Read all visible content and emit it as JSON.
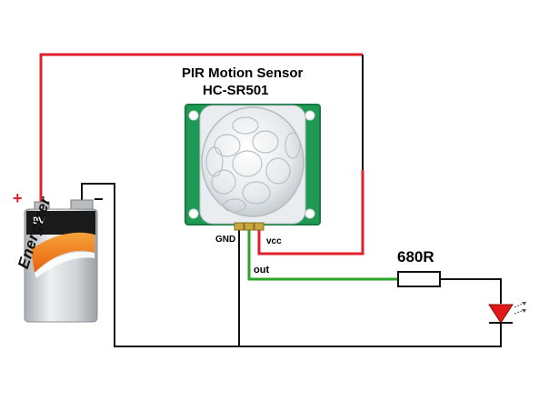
{
  "sensor": {
    "title_line1": "PIR Motion Sensor",
    "title_line2": "HC-SR501",
    "pin_gnd": "GND",
    "pin_vcc": "vcc",
    "pin_out": "out"
  },
  "battery": {
    "voltage": "9V",
    "brand": "Energizer",
    "plus_sign": "+",
    "minus_sign": "−"
  },
  "resistor": {
    "label": "680R"
  },
  "led": {
    "icon": "led-icon"
  },
  "colors": {
    "wire_red": "#e0202a",
    "wire_black": "#111111",
    "wire_green": "#2aa52a",
    "pcb_green": "#1f9a55",
    "led_red": "#e01818",
    "battery_body": "#cfd3d6",
    "battery_black": "#1a1a1a",
    "battery_orange": "#f08a1c"
  }
}
